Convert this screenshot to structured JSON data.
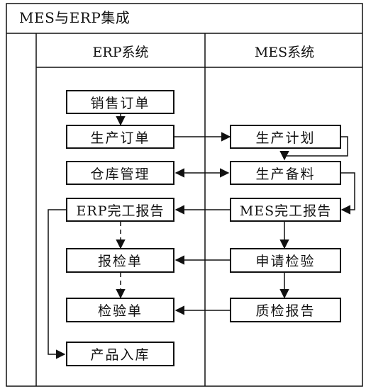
{
  "title": "MES与ERP集成",
  "columns": {
    "erp": "ERP系统",
    "mes": "MES系统"
  },
  "nodes": {
    "sales_order": "销售订单",
    "production_order": "生产订单",
    "warehouse_mgmt": "仓库管理",
    "erp_completion_report": "ERP完工报告",
    "inspection_request_form": "报检单",
    "inspection_form": "检验单",
    "product_warehousing": "产品入库",
    "production_plan": "生产计划",
    "production_prep": "生产备料",
    "mes_completion_report": "MES完工报告",
    "apply_inspection": "申请检验",
    "quality_report": "质检报告"
  }
}
